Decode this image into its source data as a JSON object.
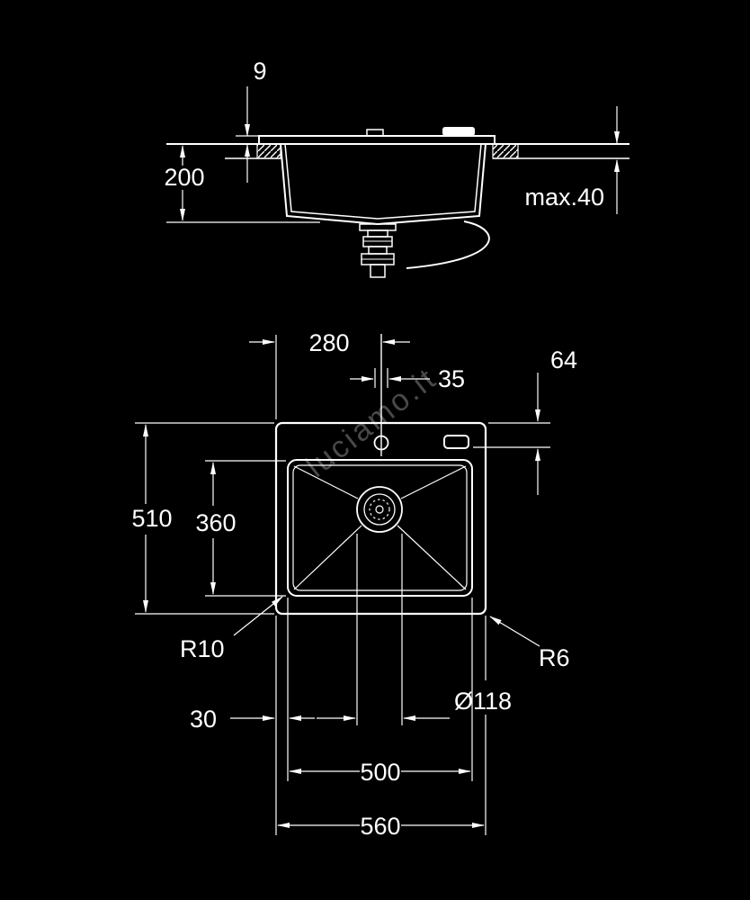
{
  "drawing": {
    "watermark": "luciamo.it",
    "side_view": {
      "rim_height": "9",
      "bowl_depth": "200",
      "countertop_thickness": "max.40"
    },
    "plan_view": {
      "faucet_center_from_left": "280",
      "faucet_hole_diameter": "35",
      "remote_from_edge": "64",
      "overall_depth": "510",
      "bowl_inner_depth": "360",
      "inner_corner_radius": "R10",
      "outer_corner_radius": "R6",
      "drain_diameter": "Ø118",
      "bowl_offset_left": "30",
      "bowl_inner_width": "500",
      "overall_width": "560"
    }
  },
  "colors": {
    "background": "#000000",
    "line": "#ffffff",
    "watermark": "#565656"
  }
}
